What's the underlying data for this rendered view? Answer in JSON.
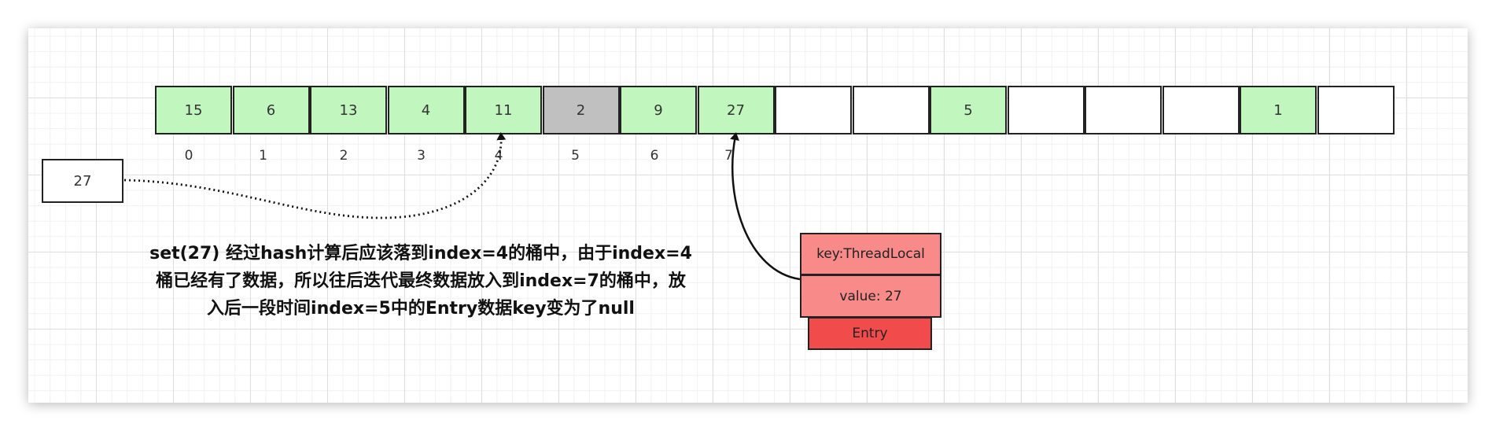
{
  "array": {
    "cells": [
      {
        "value": "15",
        "state": "filled"
      },
      {
        "value": "6",
        "state": "filled"
      },
      {
        "value": "13",
        "state": "filled"
      },
      {
        "value": "4",
        "state": "filled"
      },
      {
        "value": "11",
        "state": "filled"
      },
      {
        "value": "2",
        "state": "stale"
      },
      {
        "value": "9",
        "state": "filled"
      },
      {
        "value": "27",
        "state": "filled"
      },
      {
        "value": "",
        "state": "empty"
      },
      {
        "value": "",
        "state": "empty"
      },
      {
        "value": "5",
        "state": "filled"
      },
      {
        "value": "",
        "state": "empty"
      },
      {
        "value": "",
        "state": "empty"
      },
      {
        "value": "",
        "state": "empty"
      },
      {
        "value": "1",
        "state": "filled"
      },
      {
        "value": "",
        "state": "empty"
      }
    ],
    "indices": [
      "0",
      "1",
      "2",
      "3",
      "4",
      "5",
      "6",
      "7"
    ]
  },
  "new_element": "27",
  "description": [
    "set(27) 经过hash计算后应该落到index=4的桶中，由于index=4",
    "桶已经有了数据，所以往后迭代最终数据放入到index=7的桶中，放",
    "入后一段时间index=5中的Entry数据key变为了null"
  ],
  "entry": {
    "key_label": "key:ThreadLocal",
    "value_label": "value: 27",
    "title": "Entry"
  },
  "colors": {
    "filled": "#c1f7be",
    "stale": "#c0c0c0",
    "empty": "#ffffff",
    "entry_light": "#f98a8a",
    "entry_dark": "#f24b4b"
  }
}
